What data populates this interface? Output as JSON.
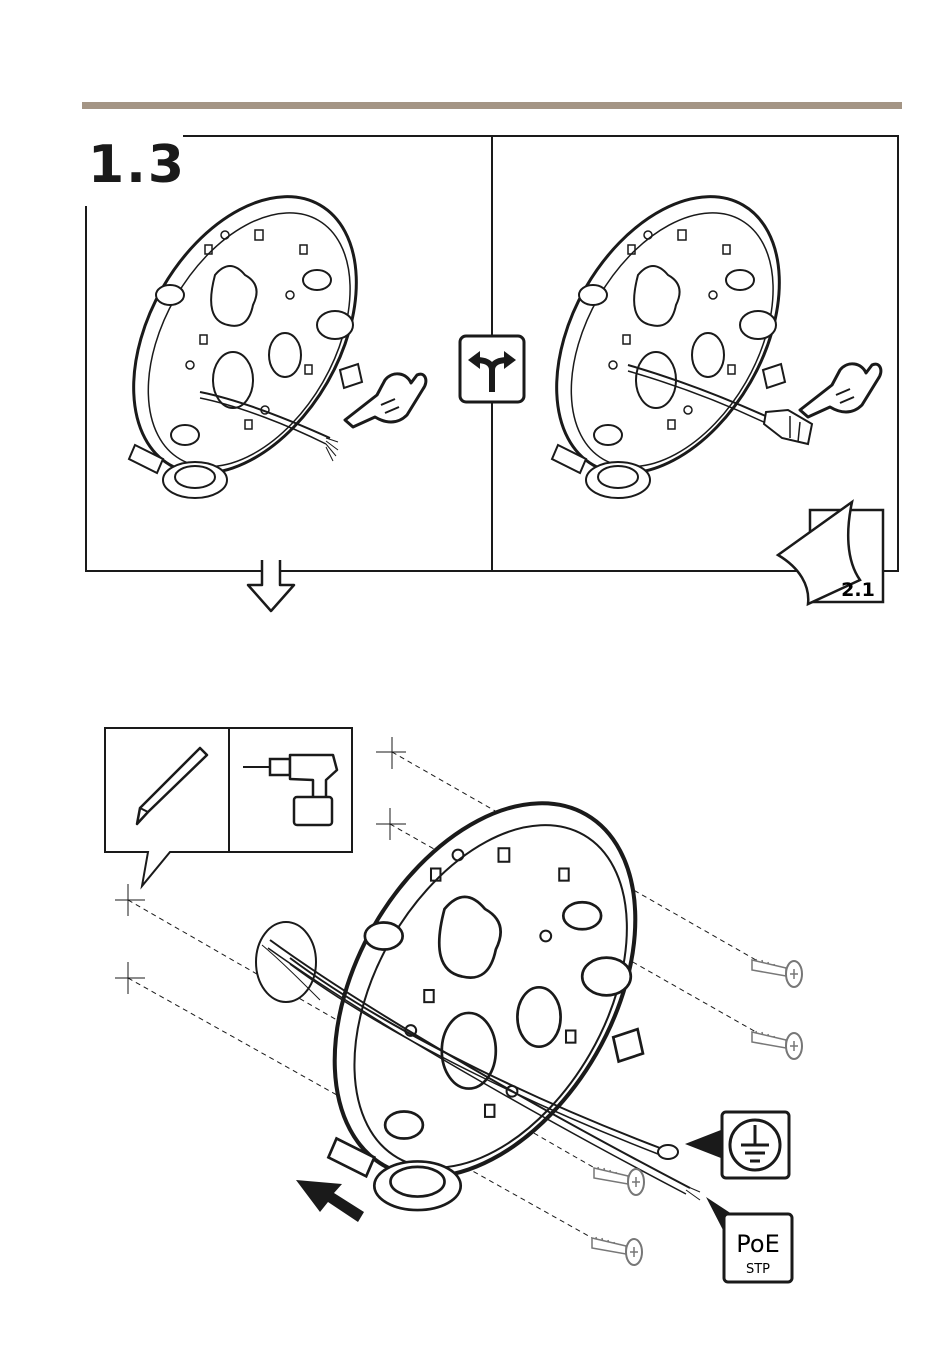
{
  "colors": {
    "rule": "#a49585",
    "ink": "#1a1a1a",
    "screw": "#777777",
    "background": "#ffffff"
  },
  "step": {
    "number": "1.3"
  },
  "page_reference": {
    "label": "2.1"
  },
  "labels": {
    "poe_main": "PoE",
    "poe_sub": "STP"
  },
  "icons": [
    "branch-icon",
    "hand-cable-icon",
    "hand-connector-icon",
    "page-turn-icon",
    "down-arrow-icon",
    "pencil-icon",
    "drill-icon",
    "ground-icon",
    "push-arrow-icon",
    "screw-icon"
  ]
}
